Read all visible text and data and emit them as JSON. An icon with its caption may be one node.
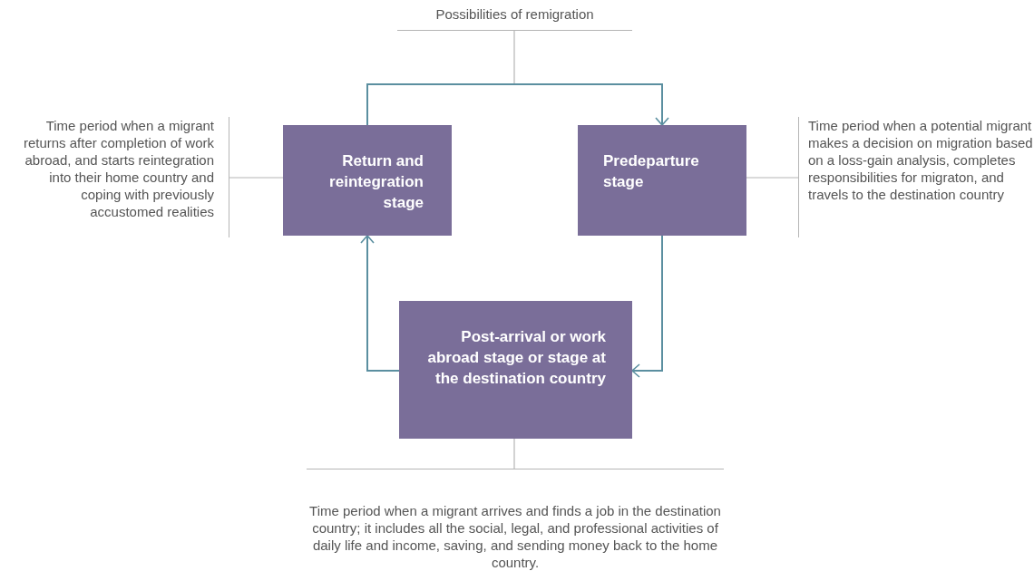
{
  "diagram": {
    "nodes": [
      {
        "text": [
          "Possibilities of remigration"
        ]
      },
      {
        "text": [
          "Return and reintegration stage"
        ]
      },
      {
        "text": [
          "Predeparture stage"
        ]
      },
      {
        "text": [
          "Post-arrival or work abroad stage or stage at the destination country"
        ]
      },
      {
        "text": [
          "Time period when a migrant returns after completion of work abroad, and starts reintegration into their home country and coping with previously accustomed realities"
        ]
      },
      {
        "text": [
          "Time period when a potential migrant makes a decision on migration based on a loss-gain analysis, completes responsibilities for migraton, and travels to the destination country"
        ]
      },
      {
        "text": [
          "Time period when a migrant arrives and finds a job in the destination country; it includes all the social, legal, and professional activities of daily life and income, saving, and sending money back to the home country."
        ]
      }
    ],
    "edges": [
      {
        "from": 1,
        "to": 2,
        "arrow": "to",
        "color": "#5b8fa0"
      },
      {
        "from": 2,
        "to": 3,
        "arrow": "to",
        "color": "#5b8fa0"
      },
      {
        "from": 3,
        "to": 1,
        "arrow": "to",
        "color": "#5b8fa0"
      },
      {
        "from": 0,
        "to": null,
        "arrow": "none"
      },
      {
        "from": 4,
        "to": 1,
        "arrow": "none"
      },
      {
        "from": 5,
        "to": 2,
        "arrow": "none"
      },
      {
        "from": 6,
        "to": 3,
        "arrow": "none"
      }
    ]
  }
}
